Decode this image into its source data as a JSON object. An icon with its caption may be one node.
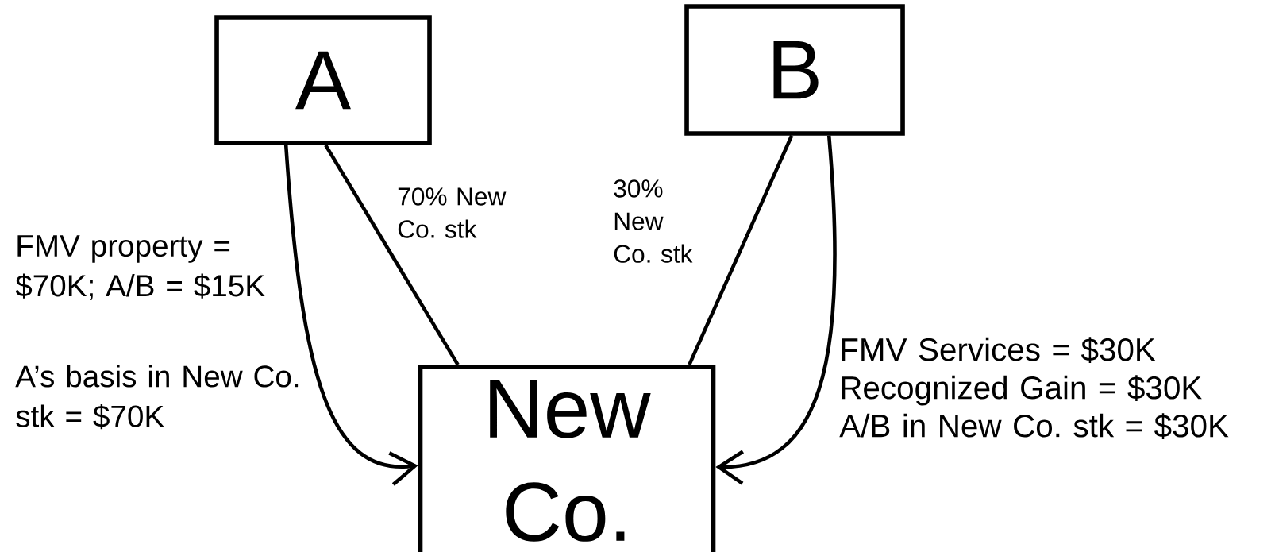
{
  "diagram": {
    "nodes": [
      {
        "text": [
          "A"
        ]
      },
      {
        "text": [
          "B"
        ]
      },
      {
        "text": [
          "New Co."
        ]
      }
    ],
    "edges": [
      {
        "from": 0,
        "to": 2,
        "arrow": "to",
        "label": "FMV property = $70K; A/B = $15K"
      },
      {
        "from": 0,
        "to": 2,
        "arrow": "none",
        "label": "70% New Co. stk"
      },
      {
        "from": 1,
        "to": 2,
        "arrow": "none",
        "label": "30% New Co. stk"
      },
      {
        "from": 1,
        "to": 2,
        "arrow": "to"
      }
    ],
    "labels": [
      "A’s basis in New Co. stk = $70K",
      "FMV Services = $30K",
      "Recognized Gain = $30K",
      "A/B in New Co. stk = $30K"
    ]
  }
}
